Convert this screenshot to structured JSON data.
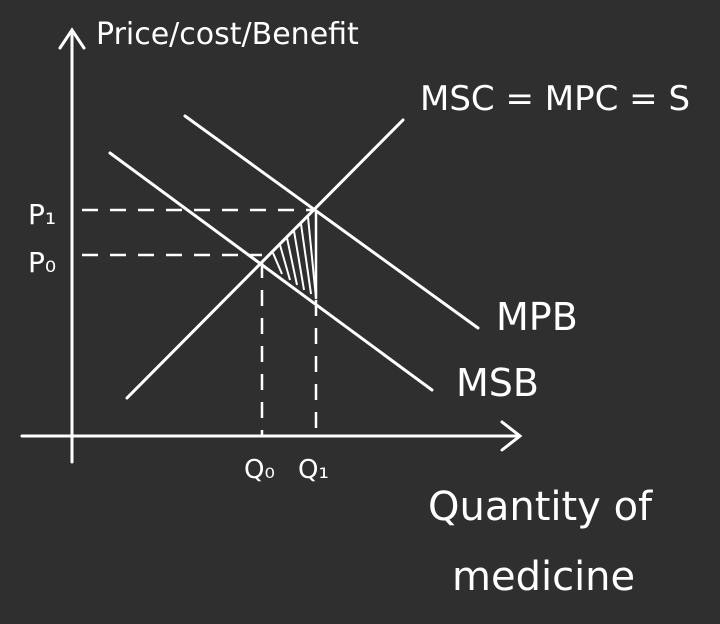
{
  "axis_labels": {
    "y": "Price/cost/Benefit",
    "x_line1": "Quantity of",
    "x_line2": "medicine"
  },
  "curves": {
    "supply": "MSC = MPC = S",
    "mpb": "MPB",
    "msb": "MSB"
  },
  "ticks": {
    "p1": "P₁",
    "p0": "P₀",
    "q0": "Q₀",
    "q1": "Q₁"
  },
  "colors": {
    "background": "#2f2f2f",
    "ink": "#ffffff"
  }
}
